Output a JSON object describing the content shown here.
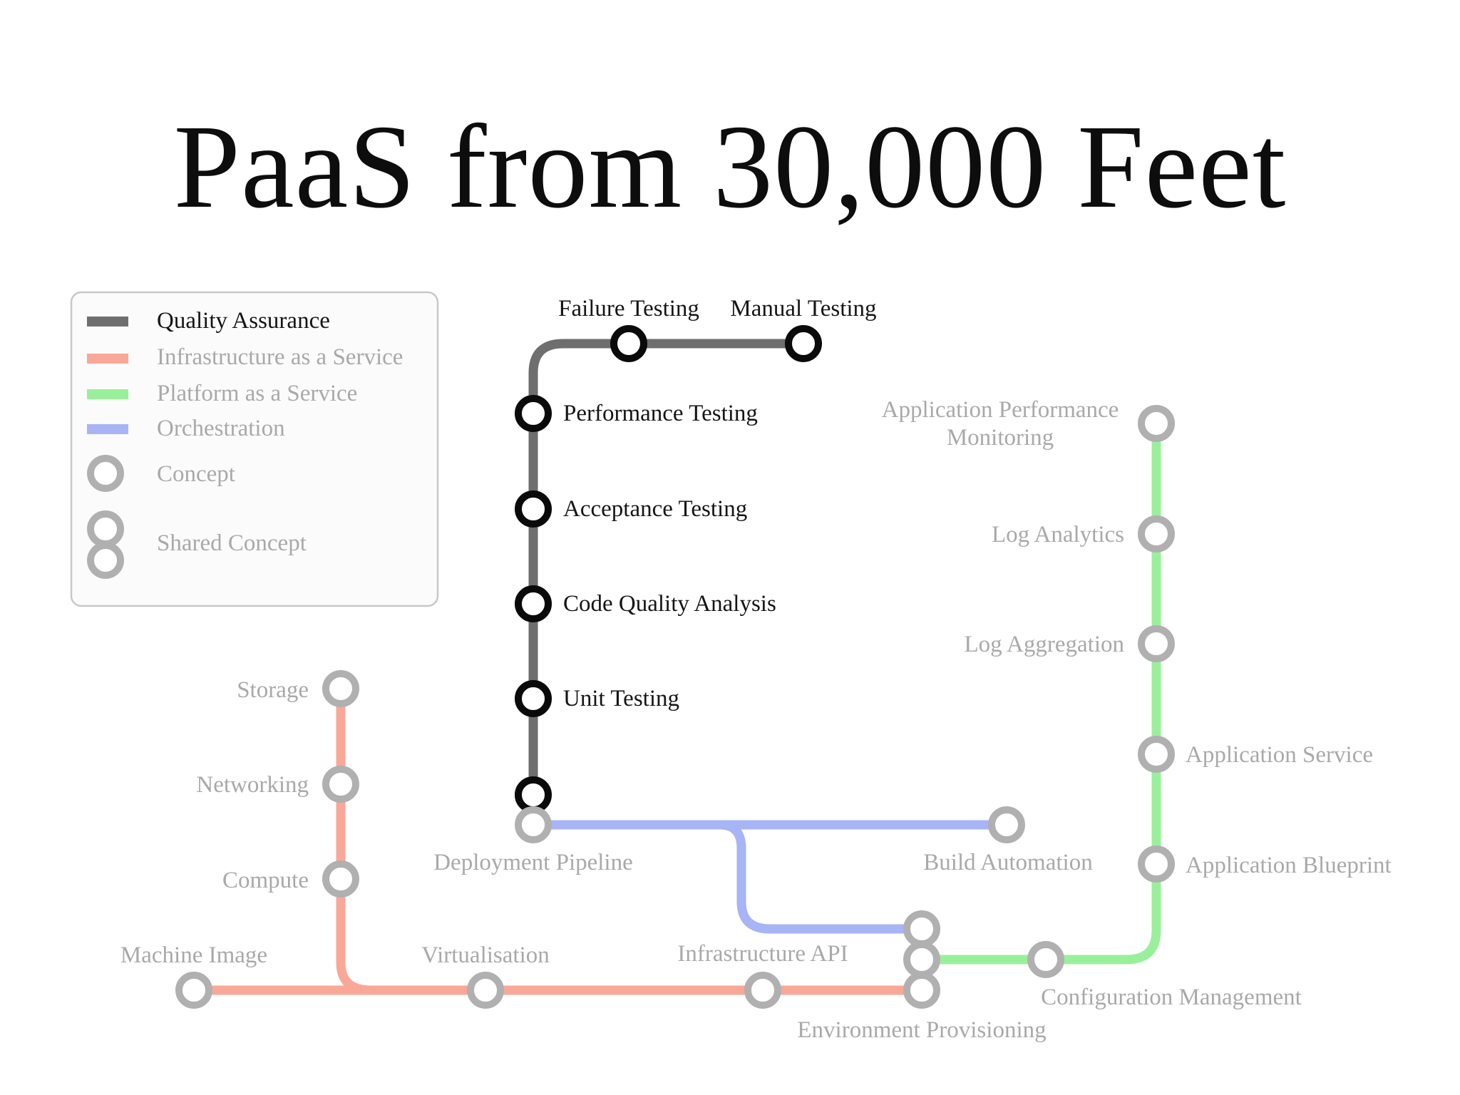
{
  "title": "PaaS from 30,000 Feet",
  "legend": {
    "items": [
      {
        "label": "Quality Assurance",
        "color": "#6e6e6e"
      },
      {
        "label": "Infrastructure as a Service",
        "color": "#f9a898"
      },
      {
        "label": "Platform as a Service",
        "color": "#9af09a"
      },
      {
        "label": "Orchestration",
        "color": "#a7b4f5"
      },
      {
        "label": "Concept"
      },
      {
        "label": "Shared Concept"
      }
    ]
  },
  "lines": {
    "quality_assurance": {
      "color": "#6e6e6e",
      "stations": [
        "Failure Testing",
        "Manual Testing",
        "Performance Testing",
        "Acceptance Testing",
        "Code Quality Analysis",
        "Unit Testing"
      ]
    },
    "infrastructure_as_a_service": {
      "color": "#f9a898",
      "stations": [
        "Storage",
        "Networking",
        "Compute",
        "Machine Image",
        "Virtualisation",
        "Infrastructure API"
      ]
    },
    "platform_as_a_service": {
      "color": "#9af09a",
      "stations": [
        "Application Performance",
        "Monitoring",
        "Log Analytics",
        "Log Aggregation",
        "Application Service",
        "Application Blueprint",
        "Configuration Management"
      ]
    },
    "orchestration": {
      "color": "#a7b4f5",
      "stations": [
        "Deployment Pipeline",
        "Build Automation",
        "Environment Provisioning"
      ]
    }
  },
  "colors": {
    "station_dark": "#0a0a0a",
    "station_light": "#b0b0b0",
    "text_dark": "#151515",
    "text_light": "#a9a9a9"
  }
}
